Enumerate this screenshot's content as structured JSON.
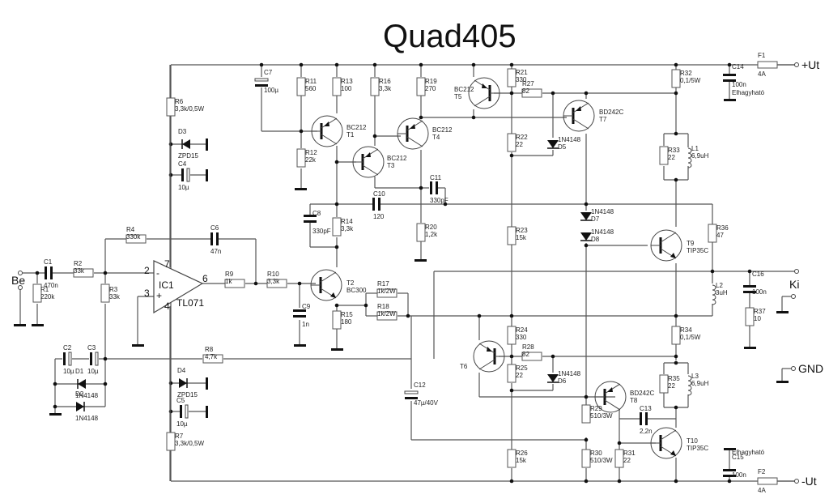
{
  "title": "Quad405",
  "terminals": {
    "input": "Be",
    "output": "Ki",
    "gnd": "GND",
    "vplus": "+Ut",
    "vminus": "-Ut"
  },
  "opamp": {
    "ref": "IC1",
    "part": "TL071",
    "pin_inv": "2",
    "pin_noninv": "3",
    "pin_out": "6",
    "pin_vp": "7",
    "pin_vn": "4",
    "minus": "-",
    "plus": "+"
  },
  "components": {
    "C1": {
      "ref": "C1",
      "value": "470n"
    },
    "C2": {
      "ref": "C2",
      "value": "10µ"
    },
    "C3": {
      "ref": "C3",
      "value": "10µ"
    },
    "C4": {
      "ref": "C4",
      "value": "10µ"
    },
    "C5": {
      "ref": "C5",
      "value": "10µ"
    },
    "C6": {
      "ref": "C6",
      "value": "47n"
    },
    "C7": {
      "ref": "C7",
      "value": "100µ"
    },
    "C8": {
      "ref": "C8",
      "value": "330pF"
    },
    "C9": {
      "ref": "C9",
      "value": "1n"
    },
    "C10": {
      "ref": "C10",
      "value": "120"
    },
    "C11": {
      "ref": "C11",
      "value": "330pF"
    },
    "C12": {
      "ref": "C12",
      "value": "47µ/40V"
    },
    "C13": {
      "ref": "C13",
      "value": "2,2n"
    },
    "C14": {
      "ref": "C14",
      "value": "100n",
      "note": "Elhagyható"
    },
    "C15": {
      "ref": "C15",
      "value": "100n",
      "note": "Elhagyható"
    },
    "C16": {
      "ref": "C16",
      "value": "100n"
    },
    "R1": {
      "ref": "R1",
      "value": "220k"
    },
    "R2": {
      "ref": "R2",
      "value": "33k"
    },
    "R3": {
      "ref": "R3",
      "value": "33k"
    },
    "R4": {
      "ref": "R4",
      "value": "330k"
    },
    "R6": {
      "ref": "R6",
      "value": "3,3k/0,5W"
    },
    "R7": {
      "ref": "R7",
      "value": "3,3k/0,5W"
    },
    "R8": {
      "ref": "R8",
      "value": "4,7k"
    },
    "R9": {
      "ref": "R9",
      "value": "1k"
    },
    "R10": {
      "ref": "R10",
      "value": "3,3k"
    },
    "R11": {
      "ref": "R11",
      "value": "560"
    },
    "R12": {
      "ref": "R12",
      "value": "22k"
    },
    "R13": {
      "ref": "R13",
      "value": "100"
    },
    "R14": {
      "ref": "R14",
      "value": "3,3k"
    },
    "R15": {
      "ref": "R15",
      "value": "180"
    },
    "R16": {
      "ref": "R16",
      "value": "3,3k"
    },
    "R17": {
      "ref": "R17",
      "value": "1k/2W"
    },
    "R18": {
      "ref": "R18",
      "value": "1k/2W"
    },
    "R19": {
      "ref": "R19",
      "value": "270"
    },
    "R20": {
      "ref": "R20",
      "value": "1,2k"
    },
    "R21": {
      "ref": "R21",
      "value": "330"
    },
    "R22": {
      "ref": "R22",
      "value": "22"
    },
    "R23": {
      "ref": "R23",
      "value": "15k"
    },
    "R24": {
      "ref": "R24",
      "value": "330"
    },
    "R25": {
      "ref": "R25",
      "value": "22"
    },
    "R26": {
      "ref": "R26",
      "value": "15k"
    },
    "R27": {
      "ref": "R27",
      "value": "82"
    },
    "R28": {
      "ref": "R28",
      "value": "82"
    },
    "R29": {
      "ref": "R29",
      "value": "510/3W"
    },
    "R30": {
      "ref": "R30",
      "value": "510/3W"
    },
    "R31": {
      "ref": "R31",
      "value": "22"
    },
    "R32": {
      "ref": "R32",
      "value": "0,1/5W"
    },
    "R33": {
      "ref": "R33",
      "value": "22"
    },
    "R34": {
      "ref": "R34",
      "value": "0,1/5W"
    },
    "R35": {
      "ref": "R35",
      "value": "22"
    },
    "R36": {
      "ref": "R36",
      "value": "47"
    },
    "R37": {
      "ref": "R37",
      "value": "10"
    },
    "D1": {
      "ref": "D1",
      "value": "1N4148"
    },
    "D2": {
      "ref": "D2",
      "value": "1N4148"
    },
    "D3": {
      "ref": "D3",
      "value": "ZPD15"
    },
    "D4": {
      "ref": "D4",
      "value": "ZPD15"
    },
    "D5": {
      "ref": "D5",
      "value": "1N4148"
    },
    "D6": {
      "ref": "D6",
      "value": "1N4148"
    },
    "D7": {
      "ref": "D7",
      "value": "1N4148"
    },
    "D8": {
      "ref": "D8",
      "value": "1N4148"
    },
    "L1": {
      "ref": "L1",
      "value": "6,9uH"
    },
    "L2": {
      "ref": "L2",
      "value": "3uH"
    },
    "L3": {
      "ref": "L3",
      "value": "6,9uH"
    },
    "F1": {
      "ref": "F1",
      "value": "4A"
    },
    "F2": {
      "ref": "F2",
      "value": "4A"
    },
    "T1": {
      "ref": "T1",
      "value": "BC212"
    },
    "T2": {
      "ref": "T2",
      "value": "BC300"
    },
    "T3": {
      "ref": "T3",
      "value": "BC212"
    },
    "T4": {
      "ref": "T4",
      "value": "BC212"
    },
    "T5": {
      "ref": "T5",
      "value": "BC212"
    },
    "T6": {
      "ref": "T6",
      "value": ""
    },
    "T7": {
      "ref": "T7",
      "value": "BD242C"
    },
    "T8": {
      "ref": "T8",
      "value": "BD242C"
    },
    "T9": {
      "ref": "T9",
      "value": "TIP35C"
    },
    "T10": {
      "ref": "T10",
      "value": "TIP35C"
    }
  }
}
